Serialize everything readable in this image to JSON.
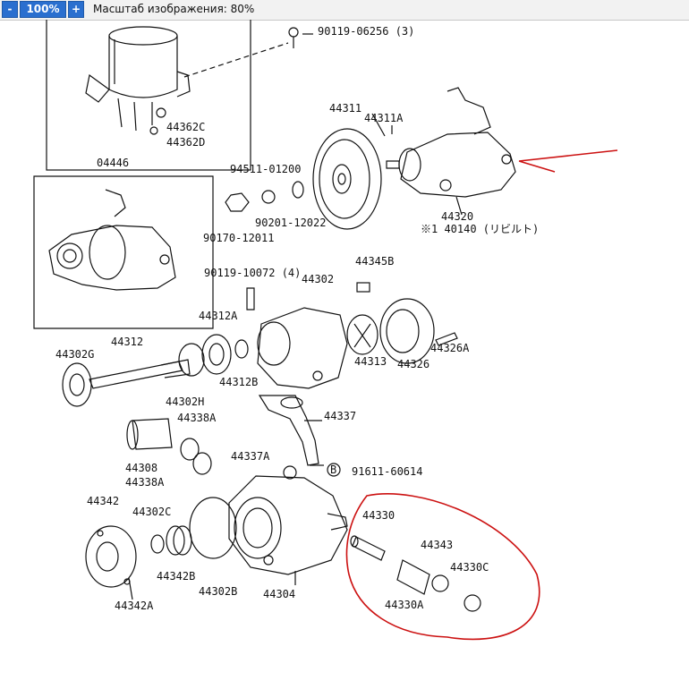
{
  "toolbar": {
    "minus_label": "-",
    "zoom_label": "100%",
    "plus_label": "+",
    "scale_text": "Масштаб изображения: 80%"
  },
  "diagram": {
    "labels": {
      "p90119_06256": "90119-06256 (3)",
      "p44362C": "44362C",
      "p44362D": "44362D",
      "p04446": "04446",
      "p44311": "44311",
      "p44311A": "44311A",
      "p94511": "94511-01200",
      "p90201": "90201-12022",
      "p90170": "90170-12011",
      "p44320": "44320",
      "p40140": "※1 40140 (リビルト)",
      "p90119_10072": "90119-10072 (4)",
      "p44302": "44302",
      "p44345B": "44345B",
      "p44312A": "44312A",
      "p44302G": "44302G",
      "p44312": "44312",
      "p44312B": "44312B",
      "p44313": "44313",
      "p44326": "44326",
      "p44326A": "44326A",
      "p44302H": "44302H",
      "p44338A_top": "44338A",
      "p44337": "44337",
      "p44308": "44308",
      "p44338A_bot": "44338A",
      "p44337A": "44337A",
      "pB": "B",
      "p91611": "91611-60614",
      "p44342": "44342",
      "p44302C": "44302C",
      "p44342B": "44342B",
      "p44302B": "44302B",
      "p44304": "44304",
      "p44342A": "44342A",
      "p44330": "44330",
      "p44343": "44343",
      "p44330C": "44330C",
      "p44330A": "44330A"
    },
    "annotation_color": "#cc1111"
  }
}
